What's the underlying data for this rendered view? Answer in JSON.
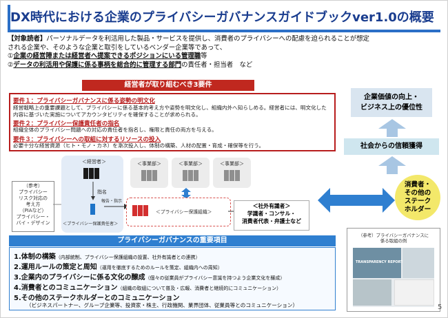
{
  "title": "DX時代における企業のプライバシーガバナンスガイドブックver1.0の概要",
  "audience": {
    "head": "【対象読者】",
    "line1": "パーソナルデータを利活用した製品・サービスを提供し、消費者のプライバシーへの配慮を迫られることが想定",
    "line2": "される企業や、そのような企業と取引をしているベンダー企業等であって、",
    "item1_num": "①",
    "item1_u": "企業の経営陣または経営者へ提案できるポジションにいる管理職",
    "item1_tail": "等",
    "item2_num": "②",
    "item2_u": "データの利活用や保護に係る事柄を総合的に管理する部門",
    "item2_tail": "の責任者・担当者　など"
  },
  "requirements": {
    "title": "経営者が取り組むべき3要件",
    "r1_head": "要件１：プライバシーガバナンスに係る姿勢の明文化",
    "r1_text": "経営戦略上の重要課題として、プライバシーに係る基本的考え方や姿勢を明文化し、組織内外へ知らしめる。経営者には、明文化した内容に基づいた実施についてアカウンタビリティを確保することが求められる。",
    "r2_head": "要件２：プライバシー保護責任者の指名",
    "r2_text": "組織全体のプライバシー問題への対応の責任者を指名し、権限と責任の両方を与える。",
    "r3_head": "要件３：プライバシーへの取組に対するリソースの投入",
    "r3_text": "必要十分な経営資源（ヒト・モノ・カネ）を漸次投入し、体制の構築、人材の配置・育成・確保等を行う。"
  },
  "diagram": {
    "executive": "＜経営者＞",
    "appoint": "指名",
    "privacy_officer": "＜プライバシー保護責任者＞",
    "dept1": "＜事業部＞",
    "dept2": "＜事業部＞",
    "dept3": "＜事業部＞",
    "report": "報告・指示",
    "privacy_org": "＜プライバシー保護組織＞",
    "ext_head": "＜社外有識者＞",
    "ext_line1": "学識者・コンサル・",
    "ext_line2": "消費者代表・弁護士など",
    "ref_head": "（参考）",
    "ref_line1": "プライバシー",
    "ref_line2": "リスク対応の",
    "ref_line3": "考え方",
    "ref_line4": "（PIAなど）",
    "ref_line5": "プライバシー・",
    "ref_line6": "バイ・デザイン"
  },
  "governance": {
    "title": "プライバシーガバナンスの重要項目",
    "i1": "1.体制の構築",
    "i1_sub": "（内部統制、プライバシー保護組織の設置、社外有識者との連携）",
    "i2": "2.運用ルールの策定と周知",
    "i2_sub": "（運用を徹底するためのルールを策定、組織内への周知）",
    "i3": "3.企業内のプライバシーに係る文化の醸成",
    "i3_sub": "（個々の従業員がプライバシー意識を持つよう企業文化を醸成）",
    "i4": "4.消費者とのコミュニケーション",
    "i4_sub": "（組織の取組について普及・広報、消費者と継続的にコミュニケーション）",
    "i5": "5.その他のステークホルダーとのコミュニケーション",
    "i5_sub": "（ビジネスパートナー、グループ企業等、投資家・株主、行政機関、業界団体、従業員等とのコミュニケーション）"
  },
  "right": {
    "value_line1": "企業価値の向上・",
    "value_line2": "ビジネス上の優位性",
    "trust": "社会からの信頼獲得",
    "stake_line1": "消費者・",
    "stake_line2": "その他の",
    "stake_line3": "ステーク",
    "stake_line4": "ホルダー",
    "example_caption1": "（参考）プライバシーガバナンスに",
    "example_caption2": "係る取組の例",
    "example_img_text": "TRANSPARENCY REPORT"
  },
  "page_number": "5",
  "colors": {
    "title": "#1a3d8f",
    "req_red": "#c0281f",
    "gov_blue": "#2f7fd0"
  }
}
